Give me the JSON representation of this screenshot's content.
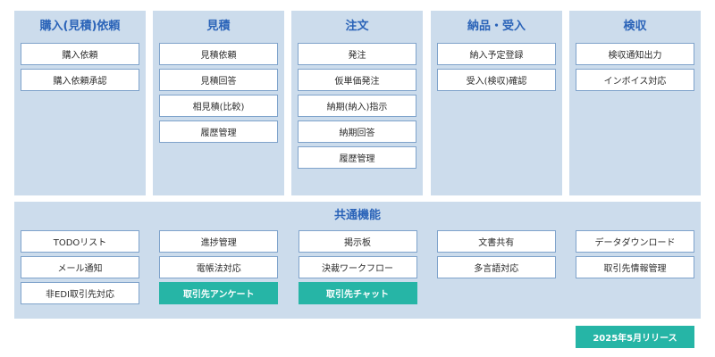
{
  "columns": [
    {
      "title": "購入(見積)依頼",
      "items": [
        "購入依頼",
        "購入依頼承認"
      ]
    },
    {
      "title": "見積",
      "items": [
        "見積依頼",
        "見積回答",
        "相見積(比較)",
        "履歴管理"
      ]
    },
    {
      "title": "注文",
      "items": [
        "発注",
        "仮単価発注",
        "納期(納入)指示",
        "納期回答",
        "履歴管理"
      ]
    },
    {
      "title": "納品・受入",
      "items": [
        "納入予定登録",
        "受入(検収)確認"
      ]
    },
    {
      "title": "検収",
      "items": [
        "検収通知出力",
        "インボイス対応"
      ]
    }
  ],
  "common": {
    "title": "共通機能",
    "columns": [
      [
        "TODOリスト",
        "メール通知",
        "非EDI取引先対応"
      ],
      [
        "進捗管理",
        "電帳法対応",
        "取引先アンケート"
      ],
      [
        "掲示板",
        "決裁ワークフロー",
        "取引先チャット"
      ],
      [
        "文書共有",
        "多言語対応"
      ],
      [
        "データダウンロード",
        "取引先情報管理"
      ]
    ]
  },
  "legend": {
    "label": "2025年5月リリース",
    "color": "#26b5a6"
  },
  "colors": {
    "panel": "#ccdcec",
    "title": "#2a63b8",
    "item_border": "#7fa3cb",
    "new_release": "#26b5a6"
  }
}
